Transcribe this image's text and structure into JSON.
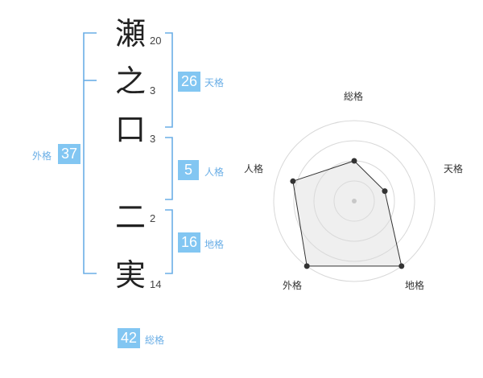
{
  "name_chars": [
    {
      "char": "瀬",
      "strokes": "20"
    },
    {
      "char": "之",
      "strokes": "3"
    },
    {
      "char": "口",
      "strokes": "3"
    },
    {
      "char": "二",
      "strokes": "2"
    },
    {
      "char": "実",
      "strokes": "14"
    }
  ],
  "fortunes": {
    "tenkaku": {
      "value": "26",
      "label": "天格"
    },
    "jinkaku": {
      "value": "5",
      "label": "人格"
    },
    "chikaku": {
      "value": "16",
      "label": "地格"
    },
    "gaikaku": {
      "value": "37",
      "label": "外格"
    },
    "soukaku": {
      "value": "42",
      "label": "総格"
    }
  },
  "bracket_color": "#6aaee6",
  "badge_color": "#82c6f2",
  "chart_data": {
    "type": "radar",
    "axes": [
      "総格",
      "天格",
      "地格",
      "外格",
      "人格"
    ],
    "values": [
      0.5,
      0.4,
      1.0,
      1.0,
      0.8
    ],
    "range": [
      0,
      1
    ],
    "rings": 4
  }
}
